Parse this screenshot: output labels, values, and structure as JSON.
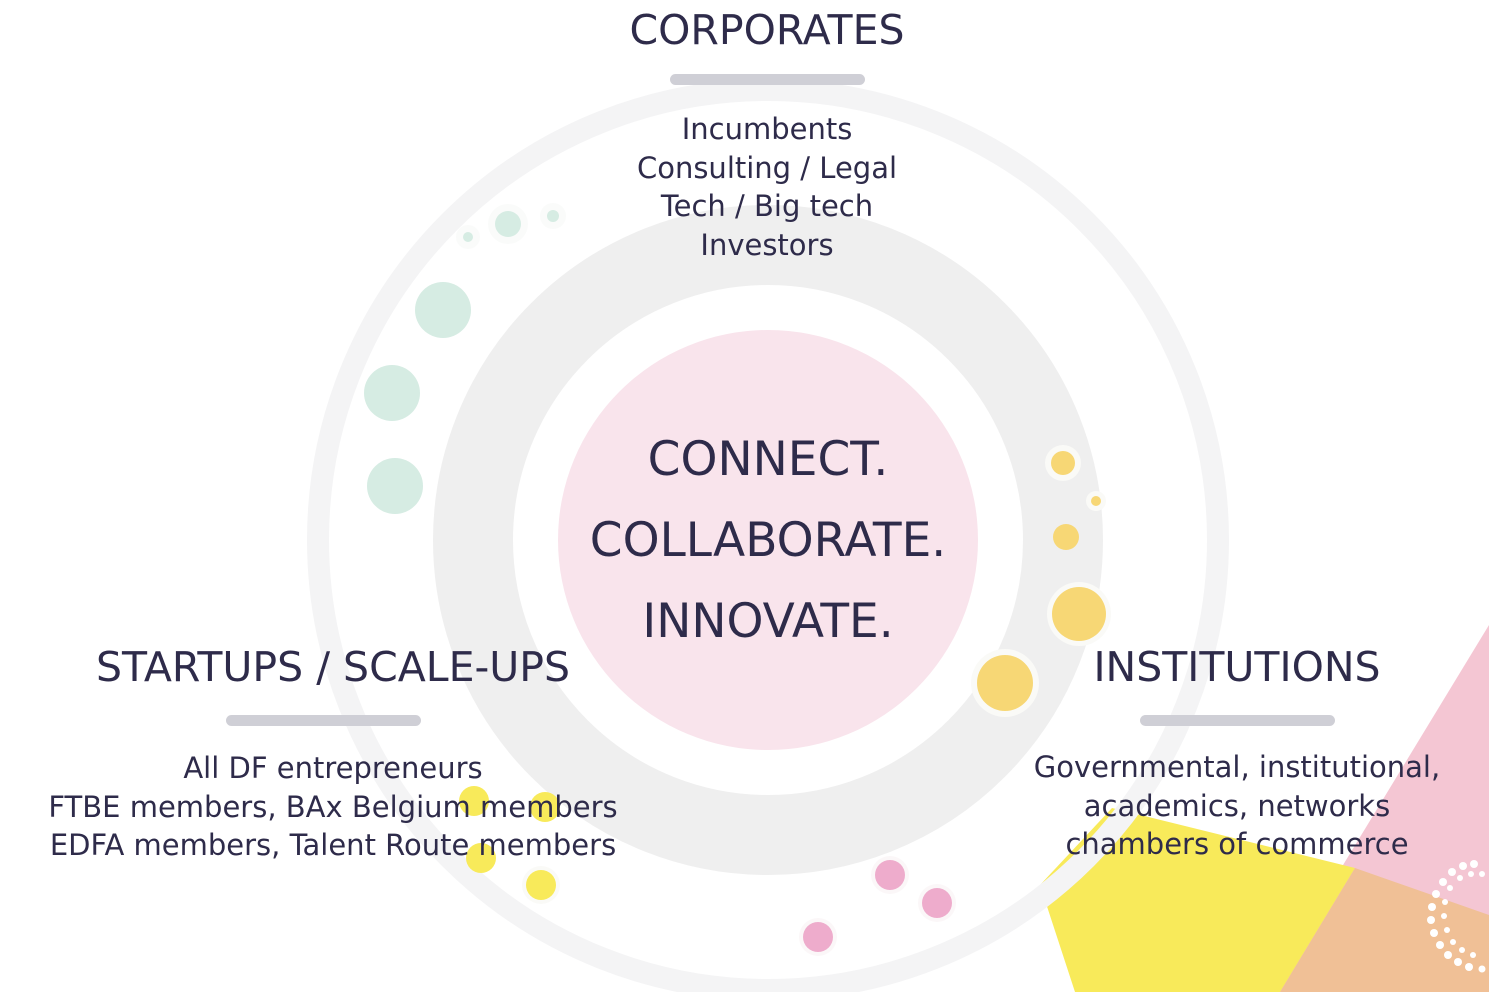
{
  "colors": {
    "text": "#2e2b4a",
    "bar": "#cfcfd6",
    "center_circle": "#f9e4ec",
    "ring": "#efefef",
    "mint": "#d6ece3",
    "yellow": "#f7d775",
    "pink": "#eeaccc",
    "bright_yellow": "#f8ea5a",
    "peach": "#f0c096",
    "rose": "#f4c6d3"
  },
  "center": {
    "lines": [
      "CONNECT.",
      "COLLABORATE.",
      "INNOVATE."
    ]
  },
  "corporates": {
    "title": "CORPORATES",
    "items": [
      "Incumbents",
      "Consulting / Legal",
      "Tech / Big tech",
      "Investors"
    ]
  },
  "startups": {
    "title": "STARTUPS / SCALE-UPS",
    "items": [
      "All DF entrepreneurs",
      "FTBE members, BAx Belgium members",
      "EDFA members, Talent Route members"
    ]
  },
  "institutions": {
    "title": "INSTITUTIONS",
    "items": [
      "Governmental, institutional,",
      "academics, networks",
      "chambers of commerce"
    ]
  }
}
